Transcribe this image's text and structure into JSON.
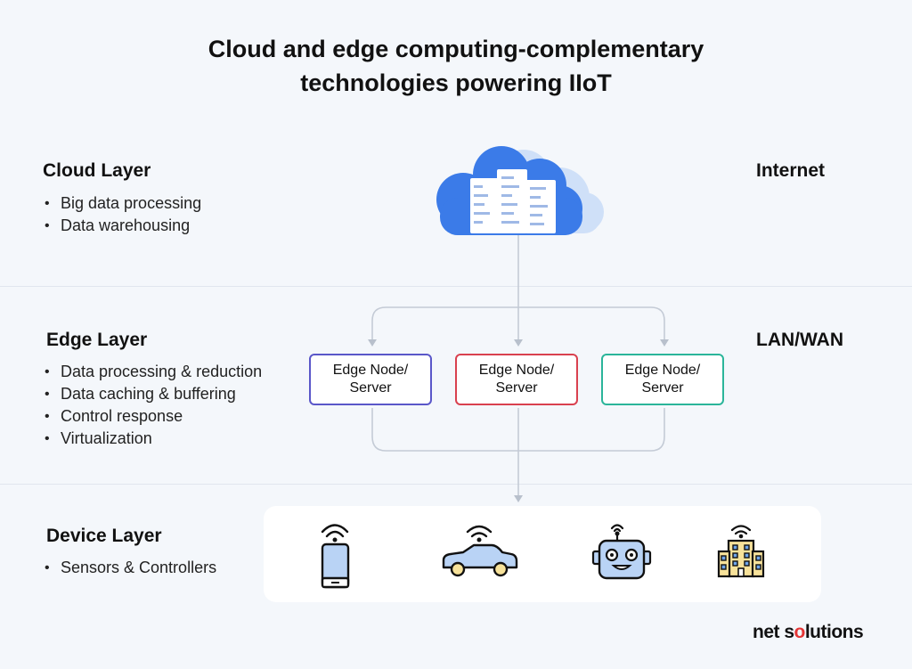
{
  "title": {
    "line1": "Cloud and edge computing-complementary",
    "line2": "technologies powering IIoT"
  },
  "layers": {
    "cloud": {
      "heading": "Cloud Layer",
      "bullets": [
        "Big data processing",
        "Data warehousing"
      ],
      "network": "Internet"
    },
    "edge": {
      "heading": "Edge Layer",
      "bullets": [
        "Data processing & reduction",
        "Data caching & buffering",
        "Control response",
        "Virtualization"
      ],
      "network": "LAN/WAN",
      "nodes": [
        {
          "line1": "Edge Node/",
          "line2": "Server",
          "color": "#5a57c9"
        },
        {
          "line1": "Edge Node/",
          "line2": "Server",
          "color": "#d9414f"
        },
        {
          "line1": "Edge Node/",
          "line2": "Server",
          "color": "#2bb59a"
        }
      ]
    },
    "device": {
      "heading": "Device Layer",
      "bullets": [
        "Sensors & Controllers"
      ],
      "devices": [
        "smartphone-icon",
        "car-icon",
        "robot-icon",
        "building-icon"
      ]
    }
  },
  "brand": {
    "part1": "net s",
    "part2": "o",
    "part3": "lutions"
  },
  "colors": {
    "cloud": "#3b7be8",
    "cloud_light": "#cfe0f8",
    "connector": "#c4cbd6",
    "accent_red": "#e53636"
  }
}
